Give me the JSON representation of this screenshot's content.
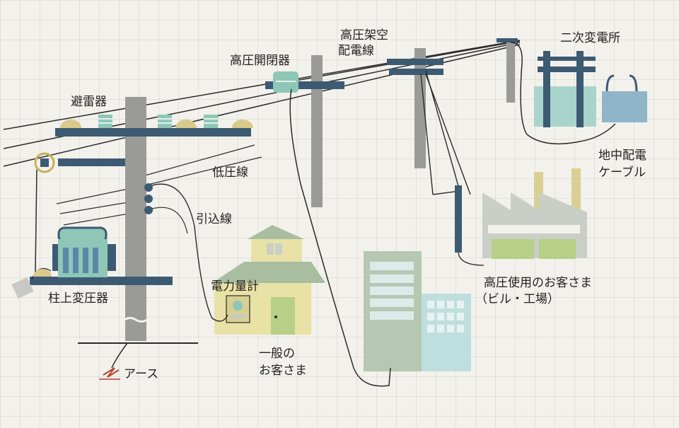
{
  "labels": {
    "high_voltage_line_1": "高圧架空",
    "high_voltage_line_2": "配電線",
    "high_voltage_switch": "高圧開閉器",
    "secondary_substation": "二次変電所",
    "lightning_arrester": "避雷器",
    "low_voltage_line": "低圧線",
    "service_drop": "引込線",
    "underground_cable_1": "地中配電",
    "underground_cable_2": "ケーブル",
    "pole_transformer": "柱上変圧器",
    "watt_meter": "電力量計",
    "general_customer_1": "一般の",
    "general_customer_2": "お客さま",
    "hv_customer_1": "高圧使用のお客さま",
    "hv_customer_2": "（ビル・工場）",
    "earth": "アース"
  },
  "colors": {
    "pole": "#9a9a96",
    "crossarm": "#3d5a73",
    "wire": "#2b2b2b",
    "insulator": "#d9c98a",
    "transformer": "#8ec6b7",
    "house": "#e9e2a6",
    "house_roof": "#a9bda1",
    "building": "#b5c8b2",
    "window": "#bfdede",
    "factory": "#c9cfc6",
    "factory_window": "#b7cf86",
    "chimney": "#d9cf93",
    "substation": "#a9d4cc",
    "earth_symbol": "#b8412c"
  }
}
